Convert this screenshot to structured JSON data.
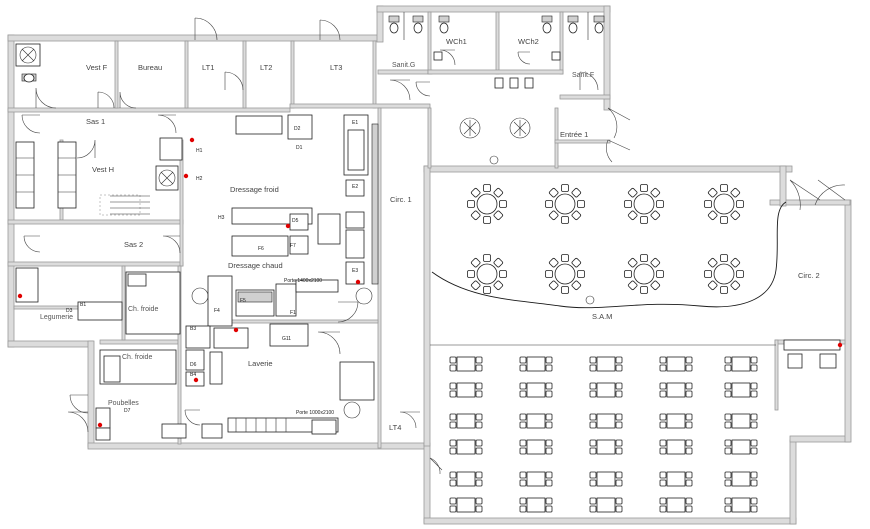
{
  "rooms": {
    "vest_f": "Vest F",
    "bureau": "Bureau",
    "lt1": "LT1",
    "lt2": "LT2",
    "lt3": "LT3",
    "sas1": "Sas 1",
    "vest_h": "Vest H",
    "dressage_froid": "Dressage froid",
    "dressage_chaud": "Dressage chaud",
    "sas2": "Sas 2",
    "legumerie": "Legumerie",
    "ch_froide_1": "Ch. froide",
    "ch_froide_2": "Ch. froide",
    "laverie": "Laverie",
    "poubelles": "Poubelles",
    "circ1": "Circ. 1",
    "circ2": "Circ. 2",
    "lt4": "LT4",
    "sam": "S.A.M",
    "entree1": "Entrée 1",
    "wch1": "WCh1",
    "wch2": "WCh2",
    "sanit_g": "Sanit.G",
    "sanit_f": "Sanit.F"
  },
  "tags": {
    "d1": "D1",
    "d2": "D2",
    "d3": "D3",
    "d5": "D5",
    "d6": "D6",
    "d7": "D7",
    "f1": "F1",
    "f4": "F4",
    "f5": "F5",
    "f6": "F6",
    "f7": "F7",
    "g11": "G11",
    "h1": "H1",
    "h2": "H2",
    "h3": "H3",
    "e1": "E1",
    "e2": "E2",
    "e3": "E3",
    "b1": "B1",
    "b3": "B3",
    "b4": "B4",
    "porte_1": "Porte 1400x2100",
    "porte_2": "Porte 1000x2100"
  },
  "icons": [
    "table-round-icon",
    "chair-icon",
    "toilet-icon",
    "sink-icon",
    "door-swing-icon",
    "ceiling-fan-icon",
    "fire-extinguisher-icon"
  ],
  "colors": {
    "wall": "#dcdcdc",
    "line": "#1a1a1a",
    "marker": "#e00000",
    "label": "#555555"
  }
}
